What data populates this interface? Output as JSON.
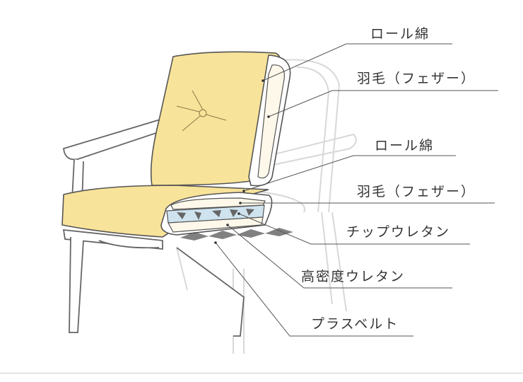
{
  "labels": {
    "roll_cotton_back": "ロール綿",
    "feather_back": "羽毛（フェザー）",
    "roll_cotton_seat": "ロール綿",
    "feather_seat": "羽毛（フェザー）",
    "chip_urethane": "チップウレタン",
    "high_density_urethane": "高密度ウレタン",
    "plus_belt": "プラスベルト"
  },
  "colors": {
    "cushion": "#f8e39a",
    "feather_fill": "#fdf8ea",
    "chip_urethane": "#cfe3ef",
    "line": "#555555"
  }
}
